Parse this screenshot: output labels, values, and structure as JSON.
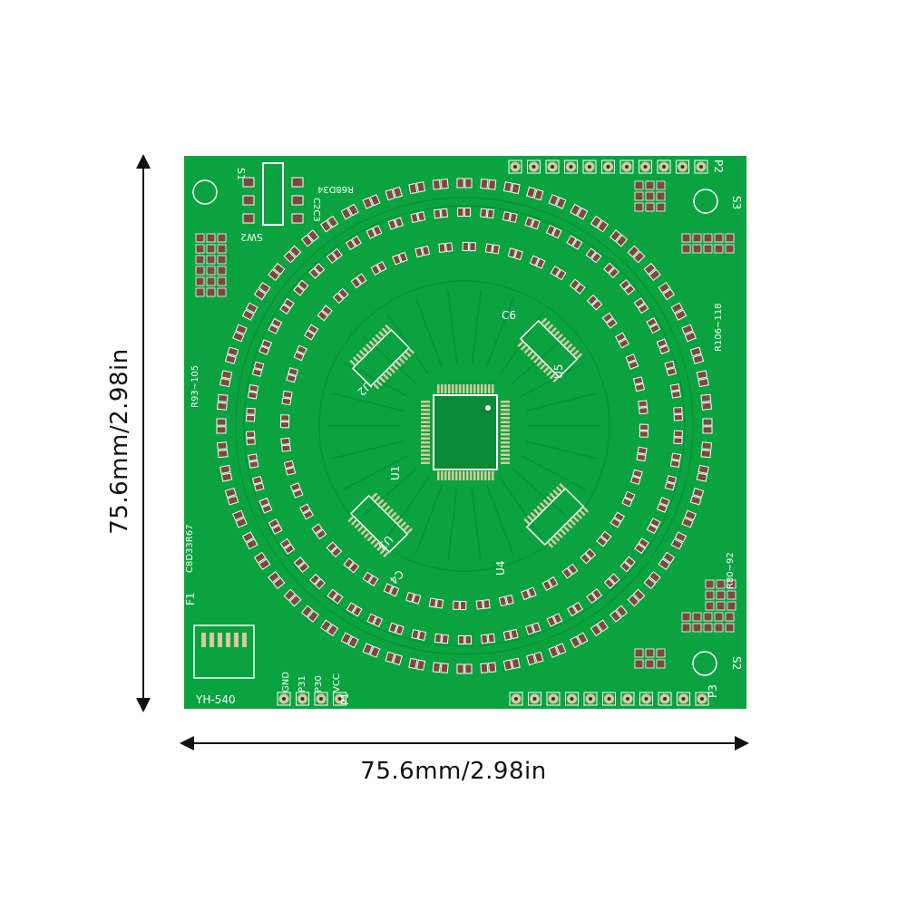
{
  "dimensions": {
    "width_label": "75.6mm/2.98in",
    "height_label": "75.6mm/2.98in"
  },
  "board": {
    "colors": {
      "substrate": "#0aa33f",
      "trace": "#05913a",
      "pad": "#7a4a3c",
      "silkscreen": "#ffffff",
      "copper": "#d9c8a0"
    },
    "labels": {
      "switch": "SW2",
      "switch_ref": "S1",
      "button_s3": "S3",
      "button_s2": "S2",
      "header_p2": "P2",
      "header_p3": "P3",
      "header_p1": "P1",
      "chip_u1": "U1",
      "chip_u2": "U2",
      "chip_u3": "U3",
      "chip_u4": "U4",
      "chip_u5": "U5",
      "cap_c6": "C6",
      "cap_c4": "C4",
      "fuse": "F1",
      "connector": "YH-540",
      "r93": "R93~105",
      "r106": "R106~118",
      "r80": "R80~92",
      "c8": "C8D33R67",
      "c2c3": "C2C3",
      "r68d34": "R68D34",
      "gnd": "GND",
      "p31": "P31",
      "p30": "P30",
      "vcc": "VCC"
    }
  }
}
